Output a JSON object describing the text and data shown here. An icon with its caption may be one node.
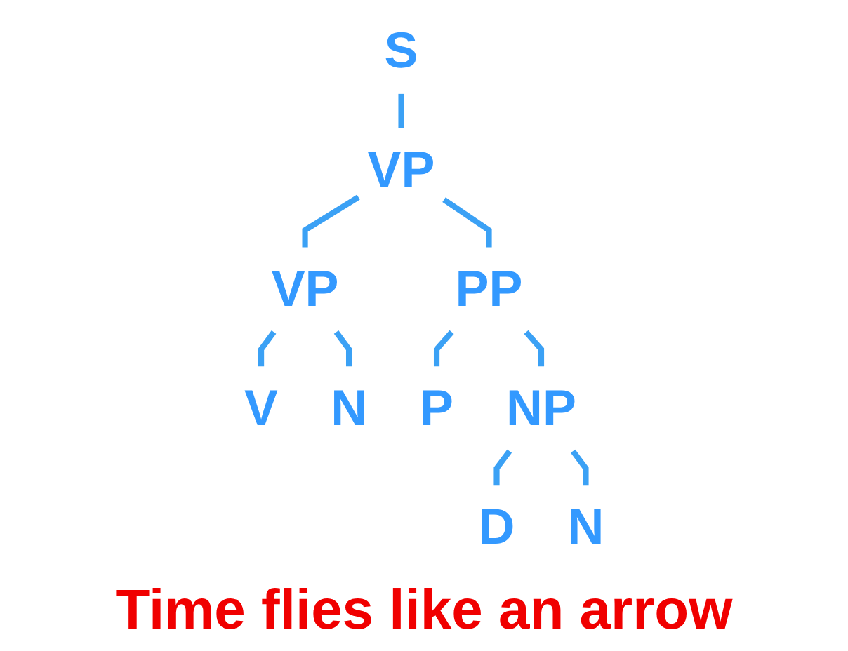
{
  "diagram": {
    "caption": "Time flies like an arrow",
    "nodes": [
      {
        "text": [
          "S"
        ]
      },
      {
        "text": [
          "VP"
        ]
      },
      {
        "text": [
          "PP"
        ]
      },
      {
        "text": [
          "VP"
        ]
      },
      {
        "text": [
          "NP"
        ]
      },
      {
        "text": [
          "V"
        ]
      },
      {
        "text": [
          "N"
        ]
      },
      {
        "text": [
          "P"
        ]
      },
      {
        "text": [
          "D"
        ]
      },
      {
        "text": [
          "N"
        ]
      }
    ],
    "edges": [
      {
        "from": 0,
        "to": 1,
        "arrow": "none"
      },
      {
        "from": 1,
        "to": 3,
        "arrow": "none"
      },
      {
        "from": 1,
        "to": 2,
        "arrow": "none"
      },
      {
        "from": 3,
        "to": 5,
        "arrow": "none"
      },
      {
        "from": 3,
        "to": 6,
        "arrow": "none"
      },
      {
        "from": 2,
        "to": 7,
        "arrow": "none"
      },
      {
        "from": 2,
        "to": 4,
        "arrow": "none"
      },
      {
        "from": 4,
        "to": 8,
        "arrow": "none"
      },
      {
        "from": 4,
        "to": 9,
        "arrow": "none"
      }
    ]
  }
}
